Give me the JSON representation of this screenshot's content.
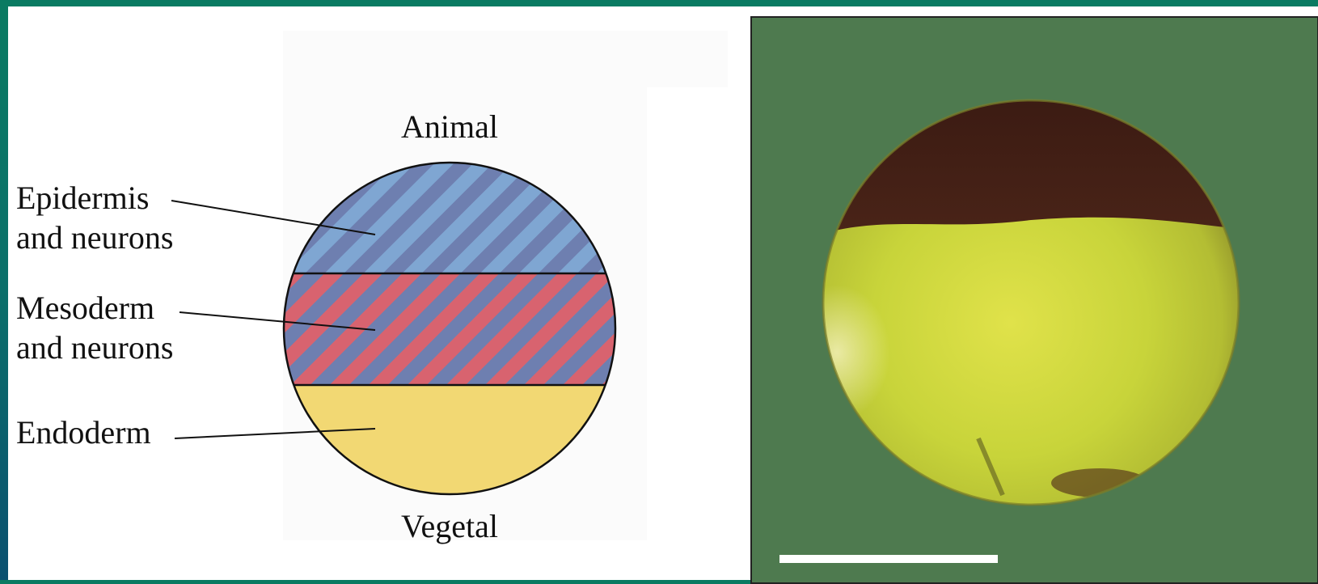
{
  "diagram": {
    "pole_top": "Animal",
    "pole_bottom": "Vegetal",
    "regions": [
      {
        "line1": "Epidermis",
        "line2": "and neurons"
      },
      {
        "line1": "Mesoderm",
        "line2": "and neurons"
      },
      {
        "line1": "Endoderm",
        "line2": ""
      }
    ]
  },
  "colors": {
    "background_teal": "#0a7b62",
    "epidermis_stripe_a": "#6e7fb0",
    "epidermis_stripe_b": "#7fa6d2",
    "mesoderm_stripe_a": "#6e7fb0",
    "mesoderm_stripe_b": "#d8636f",
    "endoderm": "#f2d873",
    "photo_background": "#4e7a4f"
  },
  "photo": {
    "subject": "egg",
    "has_scale_bar": true
  }
}
